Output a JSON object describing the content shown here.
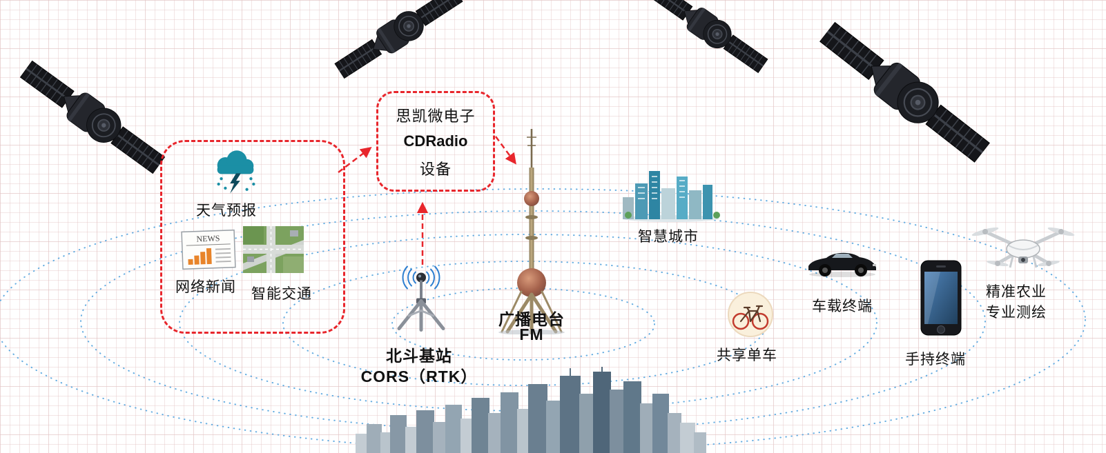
{
  "colors": {
    "dashed_red": "#e8262c",
    "signal_blue": "#5ea9e0",
    "cloud_teal": "#1b8fa5",
    "bar_orange": "#e8842a"
  },
  "cdradio_box": {
    "line1": "思凯微电子",
    "line2": "CDRadio",
    "line3": "设备"
  },
  "left_group": {
    "weather": "天气预报",
    "news": "网络新闻",
    "traffic": "智能交通",
    "news_masthead": "NEWS"
  },
  "tower": {
    "title": "广播电台",
    "subtitle": "FM"
  },
  "station": {
    "title": "北斗基站",
    "subtitle": "CORS（RTK）"
  },
  "terminals": {
    "smart_city": "智慧城市",
    "vehicle": "车载终端",
    "bike": "共享单车",
    "handheld": "手持终端",
    "agriculture": "精准农业",
    "surveying": "专业测绘"
  }
}
